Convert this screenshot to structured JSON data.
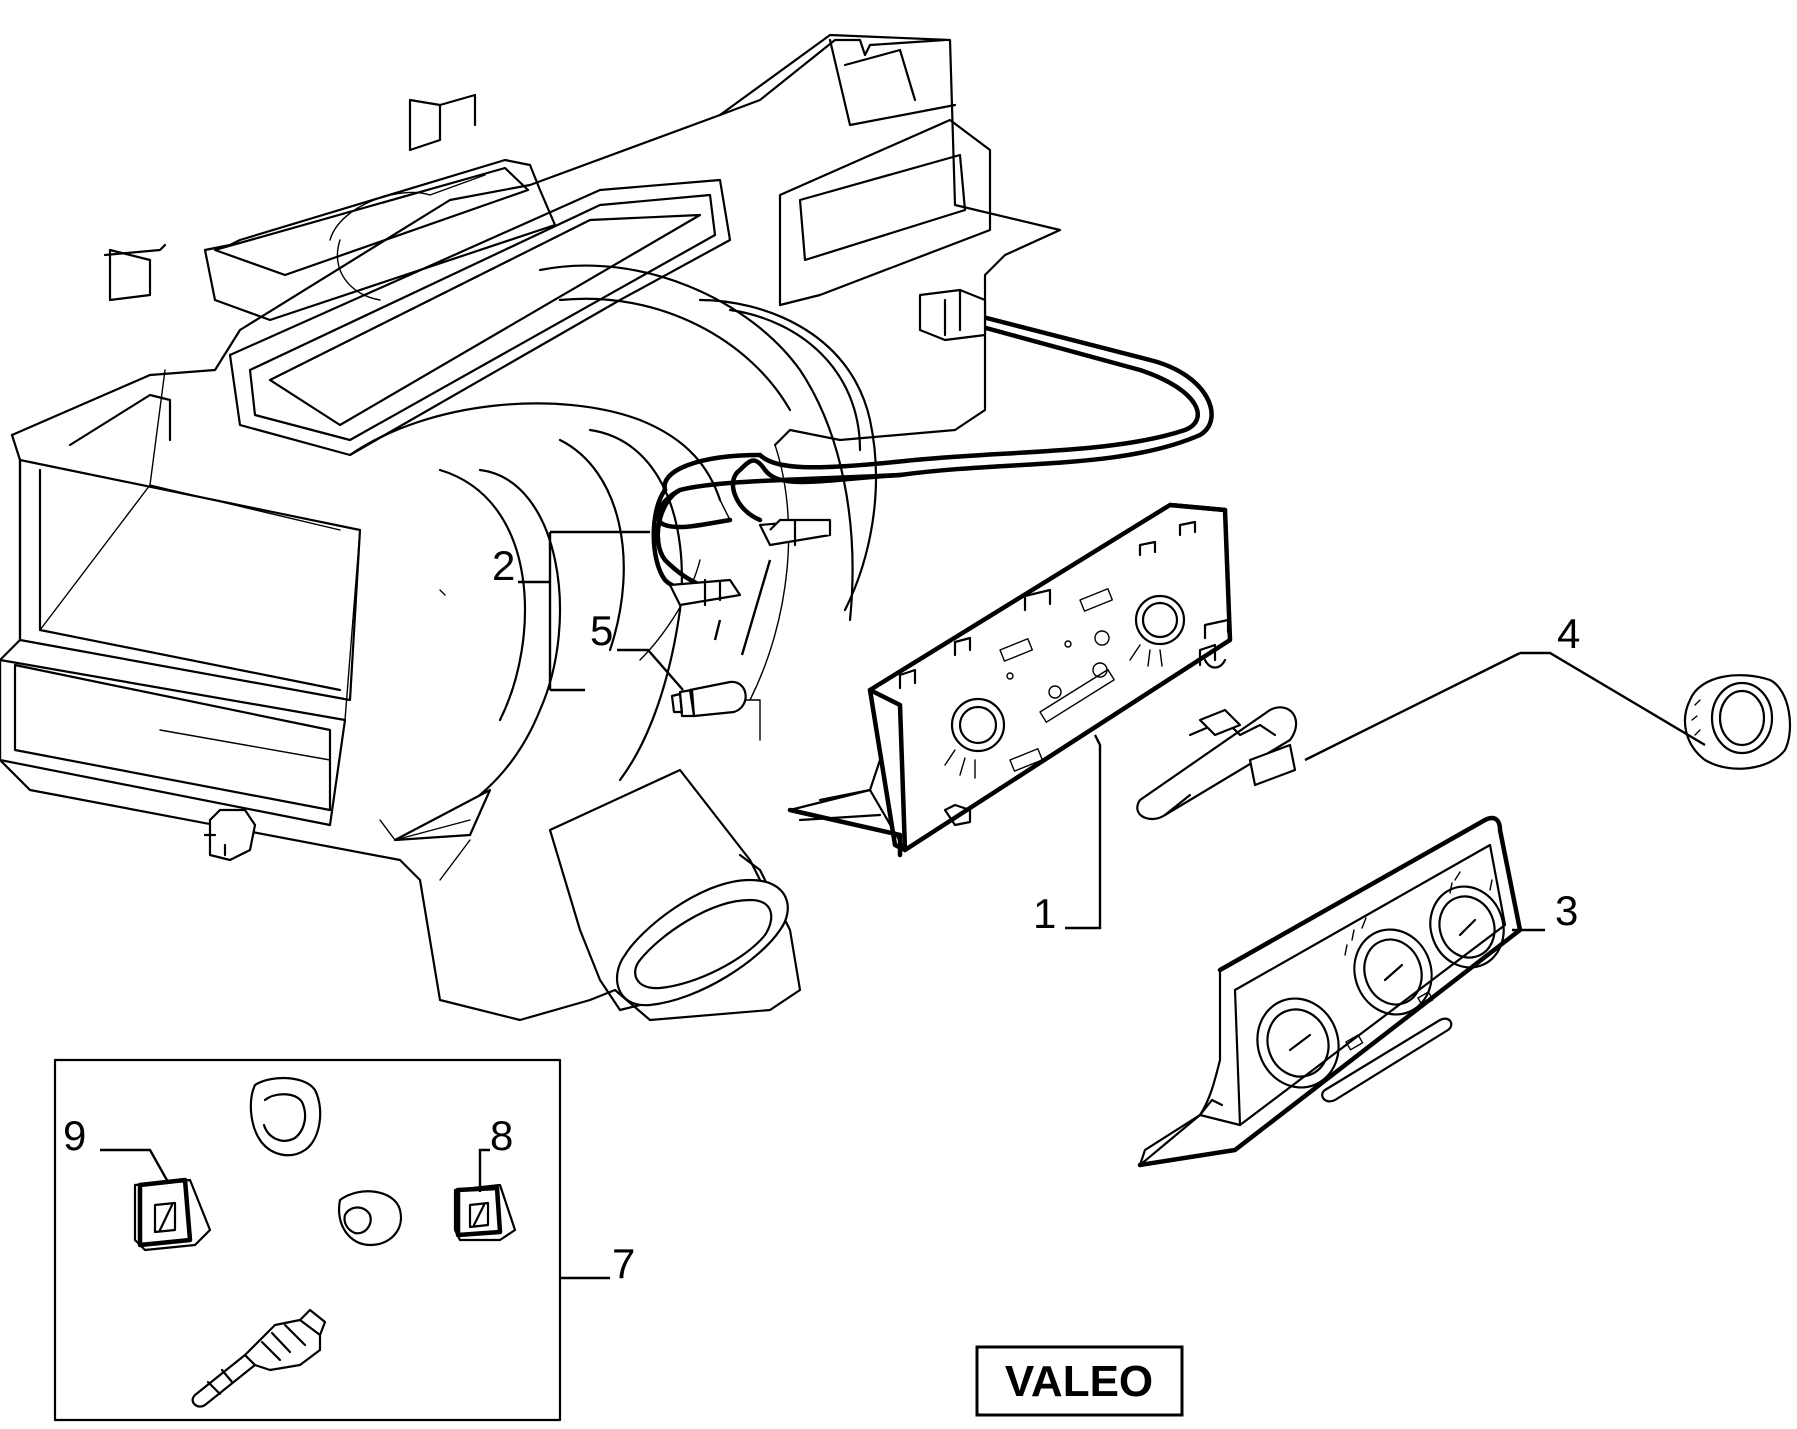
{
  "callouts": {
    "c1": "1",
    "c2": "2",
    "c3": "3",
    "c4": "4",
    "c5": "5",
    "c7": "7",
    "c8": "8",
    "c9": "9"
  },
  "brand_label": "VALEO"
}
